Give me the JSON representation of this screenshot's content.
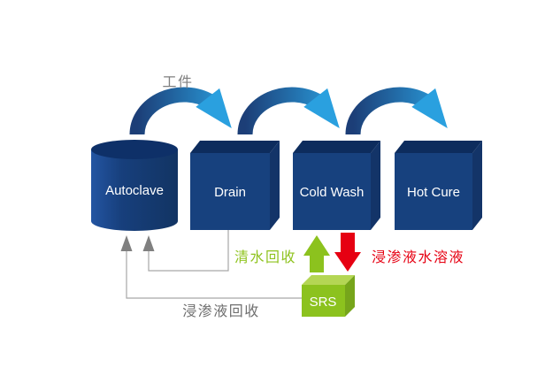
{
  "diagram": {
    "flow_label": "工件",
    "stations": [
      {
        "label": "Autoclave"
      },
      {
        "label": "Drain"
      },
      {
        "label": "Cold Wash"
      },
      {
        "label": "Hot Cure"
      }
    ],
    "srs": {
      "label": "SRS"
    },
    "annotations": {
      "clean_water_recovery": "清水回收",
      "sealant_solution": "浸渗液水溶液",
      "sealant_recovery": "浸渗液回收"
    },
    "colors": {
      "box_front": "#17417e",
      "box_top": "#0d2c5d",
      "box_side": "#133468",
      "cylinder_top": "#0e3068",
      "arc_dark": "#1c3e77",
      "arc_bright": "#2aa0df",
      "green_front": "#8cc21e",
      "green_top": "#b4d654",
      "green_side": "#76a51b",
      "green_text": "#8fc31f",
      "red": "#e60012",
      "gray_line": "#a6a6a6",
      "gray_arrow": "#808080",
      "gray_text": "#808080",
      "gray_text_dark": "#6e6e6e",
      "label_text": "#ffffff"
    }
  }
}
